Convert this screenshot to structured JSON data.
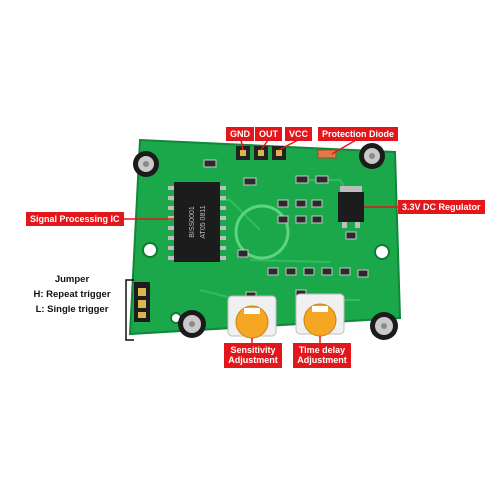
{
  "labels": {
    "gnd": "GND",
    "out": "OUT",
    "vcc": "VCC",
    "protection_diode": "Protection Diode",
    "regulator": "3.3V DC Regulator",
    "signal_ic": "Signal Processing IC",
    "sensitivity_line1": "Sensitivity",
    "sensitivity_line2": "Adjustment",
    "time_delay_line1": "Time delay",
    "time_delay_line2": "Adjustment"
  },
  "jumper": {
    "title": "Jumper",
    "repeat": "H: Repeat trigger",
    "single": "L: Single trigger"
  },
  "chip_marking": {
    "line1": "BISS0001",
    "line2": "AT05 0811"
  },
  "colors": {
    "callout": "#e3161b",
    "pcb": "#1aa84a",
    "pot": "#f5a623"
  }
}
